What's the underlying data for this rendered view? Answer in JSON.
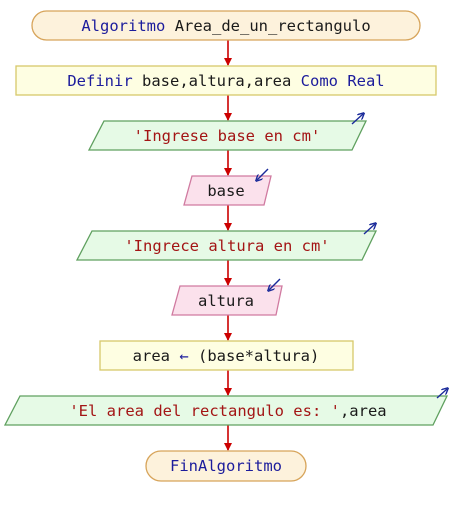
{
  "colors": {
    "terminal_fill": "#fdf2dc",
    "terminal_stroke": "#d7a45a",
    "process_fill": "#fefee2",
    "process_stroke": "#d7c86a",
    "output_fill": "#e6fae6",
    "output_stroke": "#5fa05f",
    "input_fill": "#fbe1ec",
    "input_stroke": "#d07aa0",
    "arrow": "#cc0000",
    "io_arrow": "#1a2a9a",
    "keyword": "#1c1c9c",
    "string": "#a31515",
    "text": "#1a1a1a"
  },
  "flow": {
    "start": {
      "kw": "Algoritmo",
      "name": "Area_de_un_rectangulo"
    },
    "define": {
      "kw": "Definir",
      "vars": "base,altura,area",
      "kw2": "Como Real"
    },
    "out1": {
      "text": "'Ingrese base en cm'",
      "icon": "output-arrow-icon"
    },
    "in1": {
      "text": "base",
      "icon": "input-arrow-icon"
    },
    "out2": {
      "text": "'Ingrece altura en cm'",
      "icon": "output-arrow-icon"
    },
    "in2": {
      "text": "altura",
      "icon": "input-arrow-icon"
    },
    "assign": {
      "lhs": "area",
      "op": "←",
      "rhs": "(base*altura)"
    },
    "out3": {
      "str": "'El area del rectangulo es: '",
      "rest": ",area",
      "icon": "output-arrow-icon"
    },
    "end": {
      "kw": "FinAlgoritmo"
    }
  }
}
